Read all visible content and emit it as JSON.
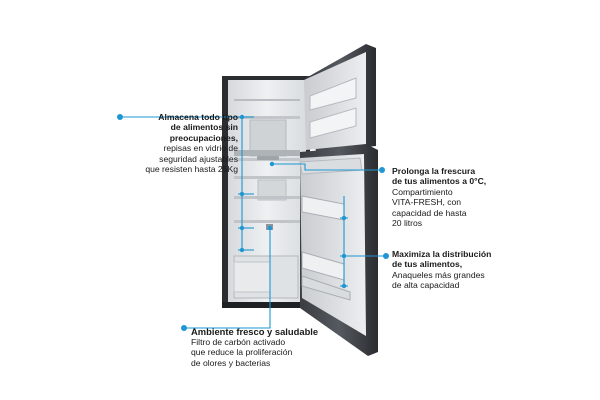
{
  "callouts": {
    "left": {
      "bold": [
        "Almacena todo tipo",
        "de alimentos sin",
        "preocupaciones,"
      ],
      "normal": [
        "repisas en vidrio de",
        "seguridad ajustables",
        "que resisten hasta 25Kg"
      ]
    },
    "right_top": {
      "bold": [
        "Prolonga la frescura",
        "de tus alimentos a 0°C,"
      ],
      "normal": [
        "Compartimiento",
        "VITA-FRESH, con",
        "capacidad de hasta",
        "20 litros"
      ]
    },
    "right_middle": {
      "bold": [
        "Maximiza la distribución",
        "de tus alimentos,"
      ],
      "normal": [
        "Anaqueles más grandes",
        "de alta capacidad"
      ]
    },
    "bottom": {
      "bold": [
        "Ambiente fresco y saludable"
      ],
      "normal": [
        "Filtro de carbón activado",
        "que reduce la proliferación",
        "de olores y bacterias"
      ]
    }
  },
  "colors": {
    "accent": "#1e96d4",
    "body_dark": "#2a2c30",
    "interior": "#e4e6e8"
  }
}
